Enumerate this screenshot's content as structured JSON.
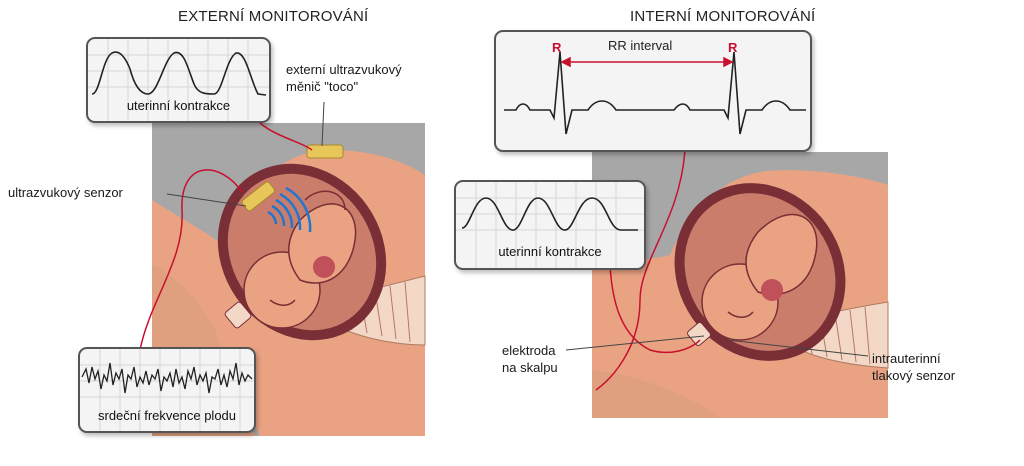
{
  "left": {
    "title": "EXTERNÍ MONITOROVÁNÍ",
    "contraction_caption": "uterinní kontrakce",
    "toco_label_line1": "externí ultrazvukový",
    "toco_label_line2": "měnič \"toco\"",
    "sensor_label": "ultrazvukový senzor",
    "heart_caption": "srdeční frekvence plodu"
  },
  "right": {
    "title": "INTERNÍ MONITOROVÁNÍ",
    "r_left": "R",
    "r_right": "R",
    "rr_label": "RR interval",
    "contraction_caption": "uterinní kontrakce",
    "electrode_line1": "elektroda",
    "electrode_line2": "na skalpu",
    "pressure_line1": "intrauterinní",
    "pressure_line2": "tlakový senzor"
  },
  "colors": {
    "skin": "#e9a383",
    "skin_dark": "#d88a68",
    "uterus": "#7a2e36",
    "background_box": "#a7a7a7",
    "wire": "#c8102e",
    "transducer": "#e8c75a",
    "ultrasound_waves": "#1f77d0"
  }
}
